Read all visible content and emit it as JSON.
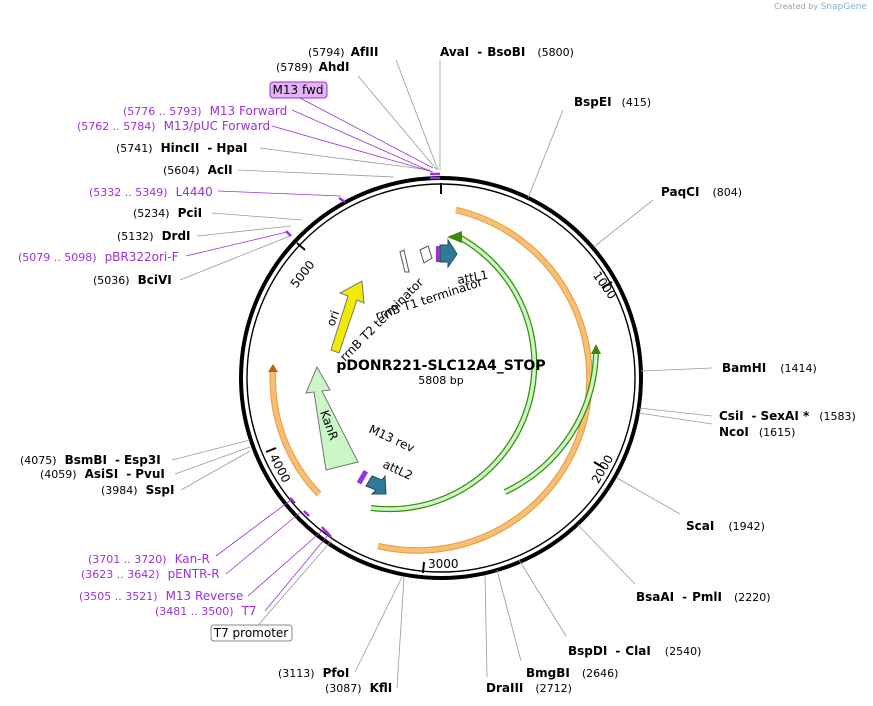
{
  "credit": {
    "prefix": "Created by",
    "brand": "SnapGene"
  },
  "plasmid": {
    "name": "pDONR221-SLC12A4_STOP",
    "length": "5808 bp"
  },
  "ticks": [
    "1000",
    "2000",
    "3000",
    "4000",
    "5000"
  ],
  "sites": [
    {
      "num": "(5794)",
      "name": "AfIII"
    },
    {
      "num": "(5789)",
      "name": "AhdI"
    },
    {
      "name": "AvaI",
      "sep": "-",
      "name2": "BsoBI",
      "num": "(5800)"
    },
    {
      "name": "BspEI",
      "num": "(415)"
    },
    {
      "name": "PaqCI",
      "num": "(804)"
    },
    {
      "name": "BamHI",
      "num": "(1414)"
    },
    {
      "name": "CsiI",
      "sep": "-",
      "name2": "SexAI *",
      "num": "(1583)"
    },
    {
      "name": "NcoI",
      "num": "(1615)"
    },
    {
      "name": "ScaI",
      "num": "(1942)"
    },
    {
      "name": "BsaAI",
      "sep": "-",
      "name2": "PmlI",
      "num": "(2220)"
    },
    {
      "name": "BspDI",
      "sep": "-",
      "name2": "ClaI",
      "num": "(2540)"
    },
    {
      "name": "BmgBI",
      "num": "(2646)"
    },
    {
      "name": "DraIII",
      "num": "(2712)"
    },
    {
      "num": "(3113)",
      "name": "PfoI"
    },
    {
      "num": "(3087)",
      "name": "KflI"
    },
    {
      "num": "(3984)",
      "name": "SspI"
    },
    {
      "num": "(4059)",
      "name": "AsiSI",
      "sep": "-",
      "name2": "PvuI"
    },
    {
      "num": "(4075)",
      "name": "BsmBI",
      "sep": "-",
      "name2": "Esp3I"
    },
    {
      "num": "(5036)",
      "name": "BciVI"
    },
    {
      "num": "(5132)",
      "name": "DrdI"
    },
    {
      "num": "(5234)",
      "name": "PciI"
    },
    {
      "num": "(5604)",
      "name": "AclI"
    },
    {
      "num": "(5741)",
      "name": "HincII",
      "sep": "-",
      "name2": "HpaI"
    }
  ],
  "primers": [
    {
      "range": "(5776 .. 5793)",
      "name": "M13 Forward"
    },
    {
      "range": "(5762 .. 5784)",
      "name": "M13/pUC Forward"
    },
    {
      "range": "(5332 .. 5349)",
      "name": "L4440"
    },
    {
      "range": "(5079 .. 5098)",
      "name": "pBR322ori-F"
    },
    {
      "range": "(3701 .. 3720)",
      "name": "Kan-R"
    },
    {
      "range": "(3623 .. 3642)",
      "name": "pENTR-R"
    },
    {
      "range": "(3505 .. 3521)",
      "name": "M13 Reverse"
    },
    {
      "range": "(3481 .. 3500)",
      "name": "T7"
    }
  ],
  "boxes": {
    "m13fwd": "M13 fwd",
    "t7promoter": "T7 promoter"
  },
  "features": {
    "attL1": "attL1",
    "rrnB_T1": "rrnB T1 terminator",
    "rrnB_T2": "rrnB T2 terminator",
    "ori": "ori",
    "KanR": "KanR",
    "M13rev": "M13 rev",
    "attL2": "attL2"
  },
  "colors": {
    "primer": "#9b30d9",
    "ori": "#f2ea00",
    "kanr": "#c9f7c6",
    "orf_green": "#4ca40c",
    "orf_orange": "#f6bf74",
    "attl": "#2f7a96"
  }
}
